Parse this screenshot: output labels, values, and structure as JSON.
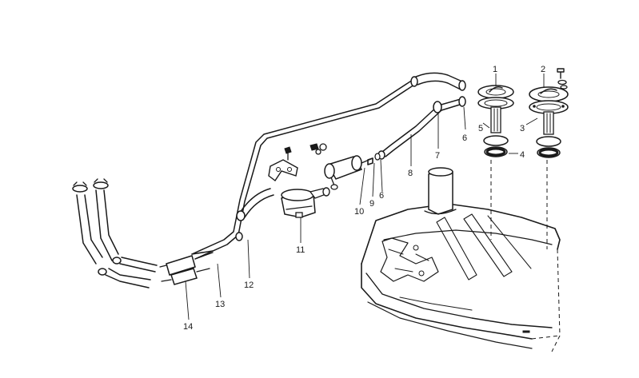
{
  "diagram": {
    "callouts": [
      {
        "id": "1",
        "label": "1"
      },
      {
        "id": "2",
        "label": "2"
      },
      {
        "id": "3",
        "label": "3"
      },
      {
        "id": "4",
        "label": "4"
      },
      {
        "id": "5",
        "label": "5"
      },
      {
        "id": "6a",
        "label": "6"
      },
      {
        "id": "6b",
        "label": "6"
      },
      {
        "id": "7",
        "label": "7"
      },
      {
        "id": "8",
        "label": "8"
      },
      {
        "id": "9",
        "label": "9"
      },
      {
        "id": "10",
        "label": "10"
      },
      {
        "id": "11",
        "label": "11"
      },
      {
        "id": "12",
        "label": "12"
      },
      {
        "id": "13",
        "label": "13"
      },
      {
        "id": "14",
        "label": "14"
      }
    ]
  }
}
